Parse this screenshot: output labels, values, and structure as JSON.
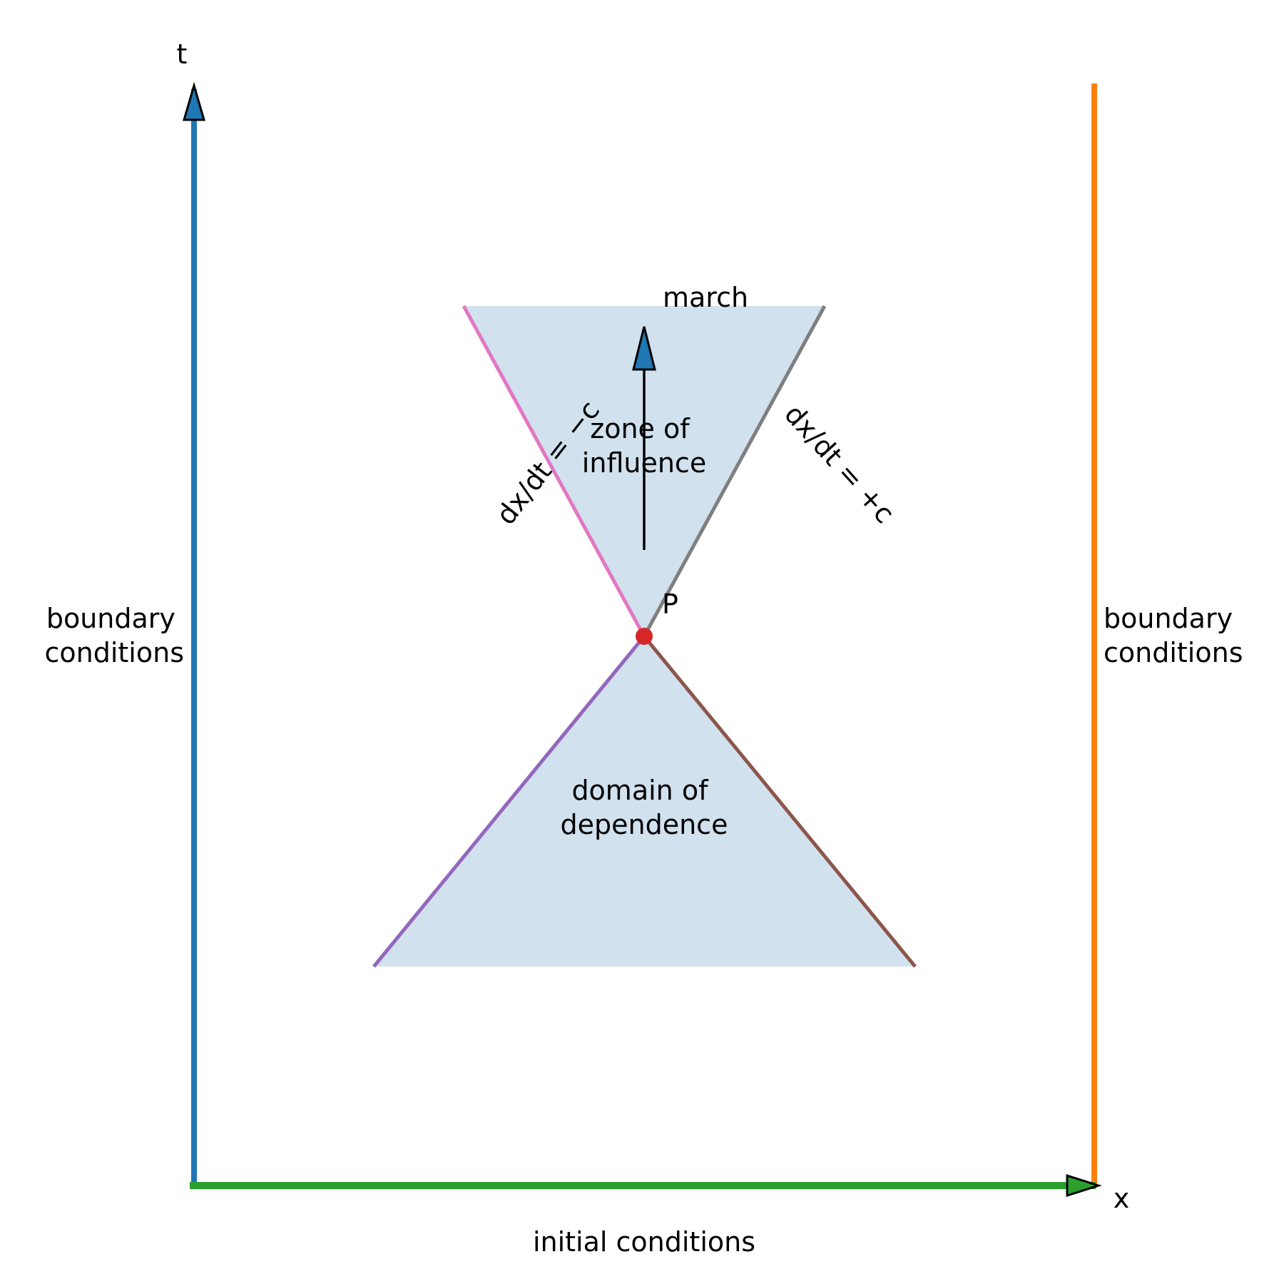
{
  "axes": {
    "t_label": "t",
    "x_label": "x"
  },
  "labels": {
    "boundary_left": [
      "boundary",
      "conditions"
    ],
    "boundary_right": [
      "boundary",
      "conditions"
    ],
    "initial": "initial conditions",
    "point": "P",
    "march": "march",
    "zone_of_influence": [
      "zone of",
      "influence"
    ],
    "domain_of_dependence": [
      "domain of",
      "dependence"
    ],
    "char_plus": "dx/dt = +c",
    "char_minus": "dx/dt = −c"
  },
  "colors": {
    "t_axis": "#1f77b4",
    "x_axis": "#2ca02c",
    "right_boundary": "#ff7f0e",
    "point": "#d62728",
    "region_fill": "#d1e1ee",
    "char_upper_left": "#e377c2",
    "char_upper_right": "#7f7f7f",
    "char_lower_left": "#9467bd",
    "char_lower_right": "#8c564b",
    "arrow_head": "#1f77b4"
  }
}
